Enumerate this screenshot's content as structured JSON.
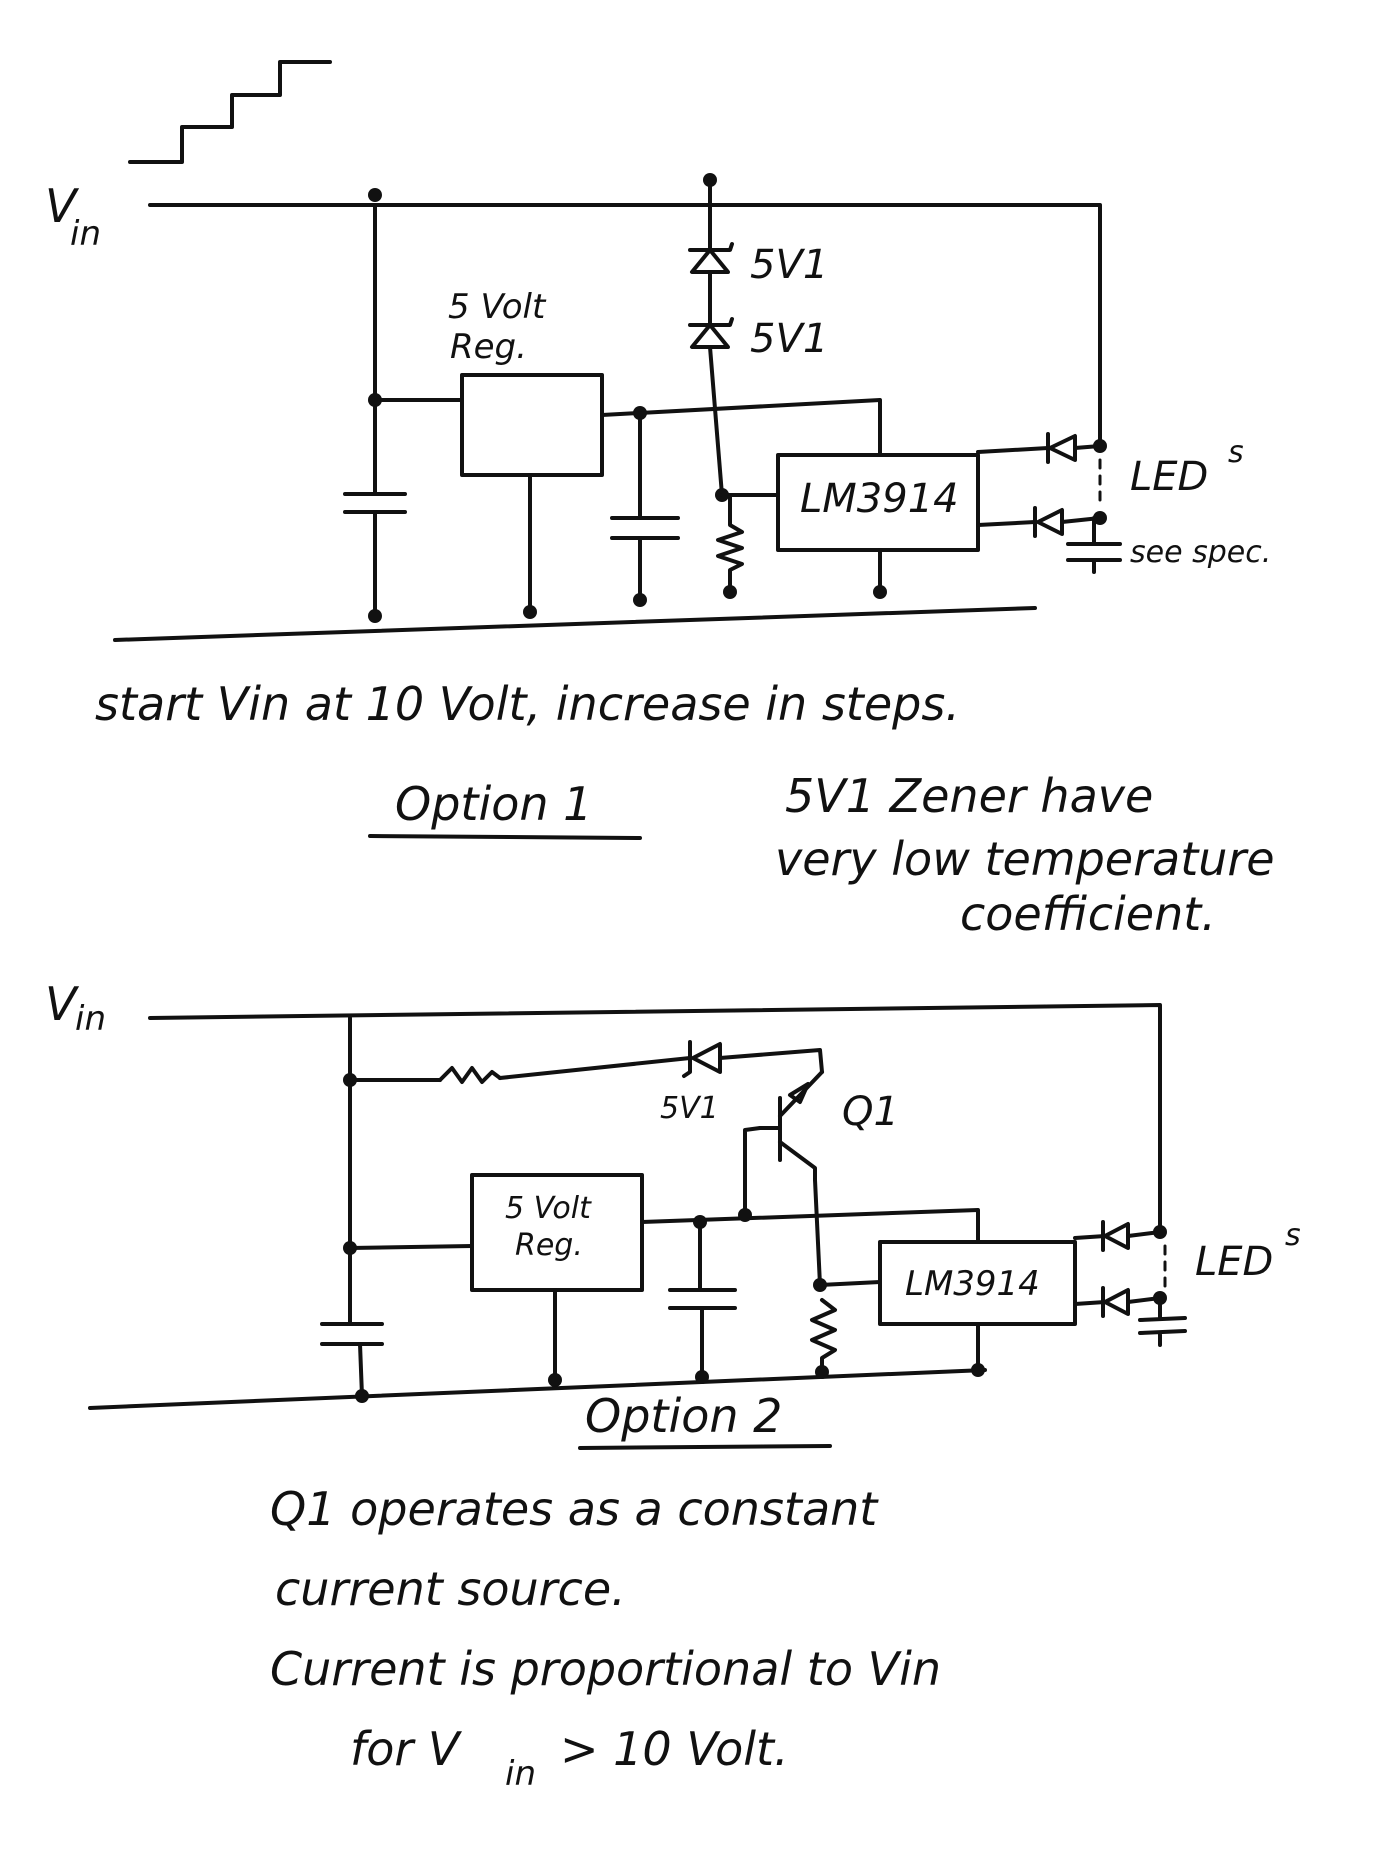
{
  "option1": {
    "vin_label": "V",
    "vin_sub": "in",
    "reg_label_line1": "5 Volt",
    "reg_label_line2": "Reg.",
    "zener1_label": "5V1",
    "zener2_label": "5V1",
    "ic_label": "LM3914",
    "leds_label": "LED",
    "leds_sup": "s",
    "cap_note": "see spec.",
    "instruction": "start Vin at 10 Volt, increase in steps.",
    "title": "Option 1",
    "zener_note_line1": "5V1 Zener have",
    "zener_note_line2": "very low temperature",
    "zener_note_line3": "coefficient."
  },
  "option2": {
    "vin_label": "V",
    "vin_sub": "in",
    "zener_label": "5V1",
    "transistor_label": "Q1",
    "reg_label_line1": "5 Volt",
    "reg_label_line2": "Reg.",
    "ic_label": "LM3914",
    "leds_label": "LED",
    "leds_sup": "s",
    "title": "Option 2",
    "note_line1": "Q1 operates as a constant",
    "note_line2": "current source.",
    "note_line3": "Current is proportional to Vin",
    "note_line4_a": "for V",
    "note_line4_sub": "in",
    "note_line4_b": "> 10 Volt."
  }
}
